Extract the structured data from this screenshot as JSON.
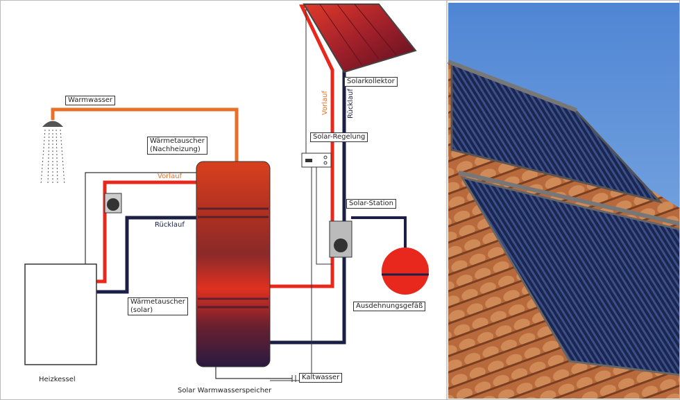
{
  "labels": {
    "warmwasser": "Warmwasser",
    "waermetauscher_nachheizung": "Wärmetauscher\n(Nachheizung)",
    "vorlauf_heating": "Vorlauf",
    "ruecklauf_heating": "Rücklauf",
    "solar_regelung": "Solar-Regelung",
    "solarkollektor": "Solarkollektor",
    "vorlauf_solar": "Vorlauf",
    "ruecklauf_solar": "Rücklauf",
    "solar_station": "Solar-Station",
    "ausdehnungsgefaess": "Ausdehnungsgefäß",
    "waermetauscher_solar": "Wärmetauscher\n(solar)",
    "heizkessel": "Heizkessel",
    "speicher": "Solar Warmwasserspeicher",
    "kaltwasser": "Kaltwasser"
  },
  "colors": {
    "hot": "#e8281c",
    "warm": "#e8702a",
    "cold": "#1c1f45",
    "sky": "#5f95d8",
    "roof": "#b86a3c"
  }
}
